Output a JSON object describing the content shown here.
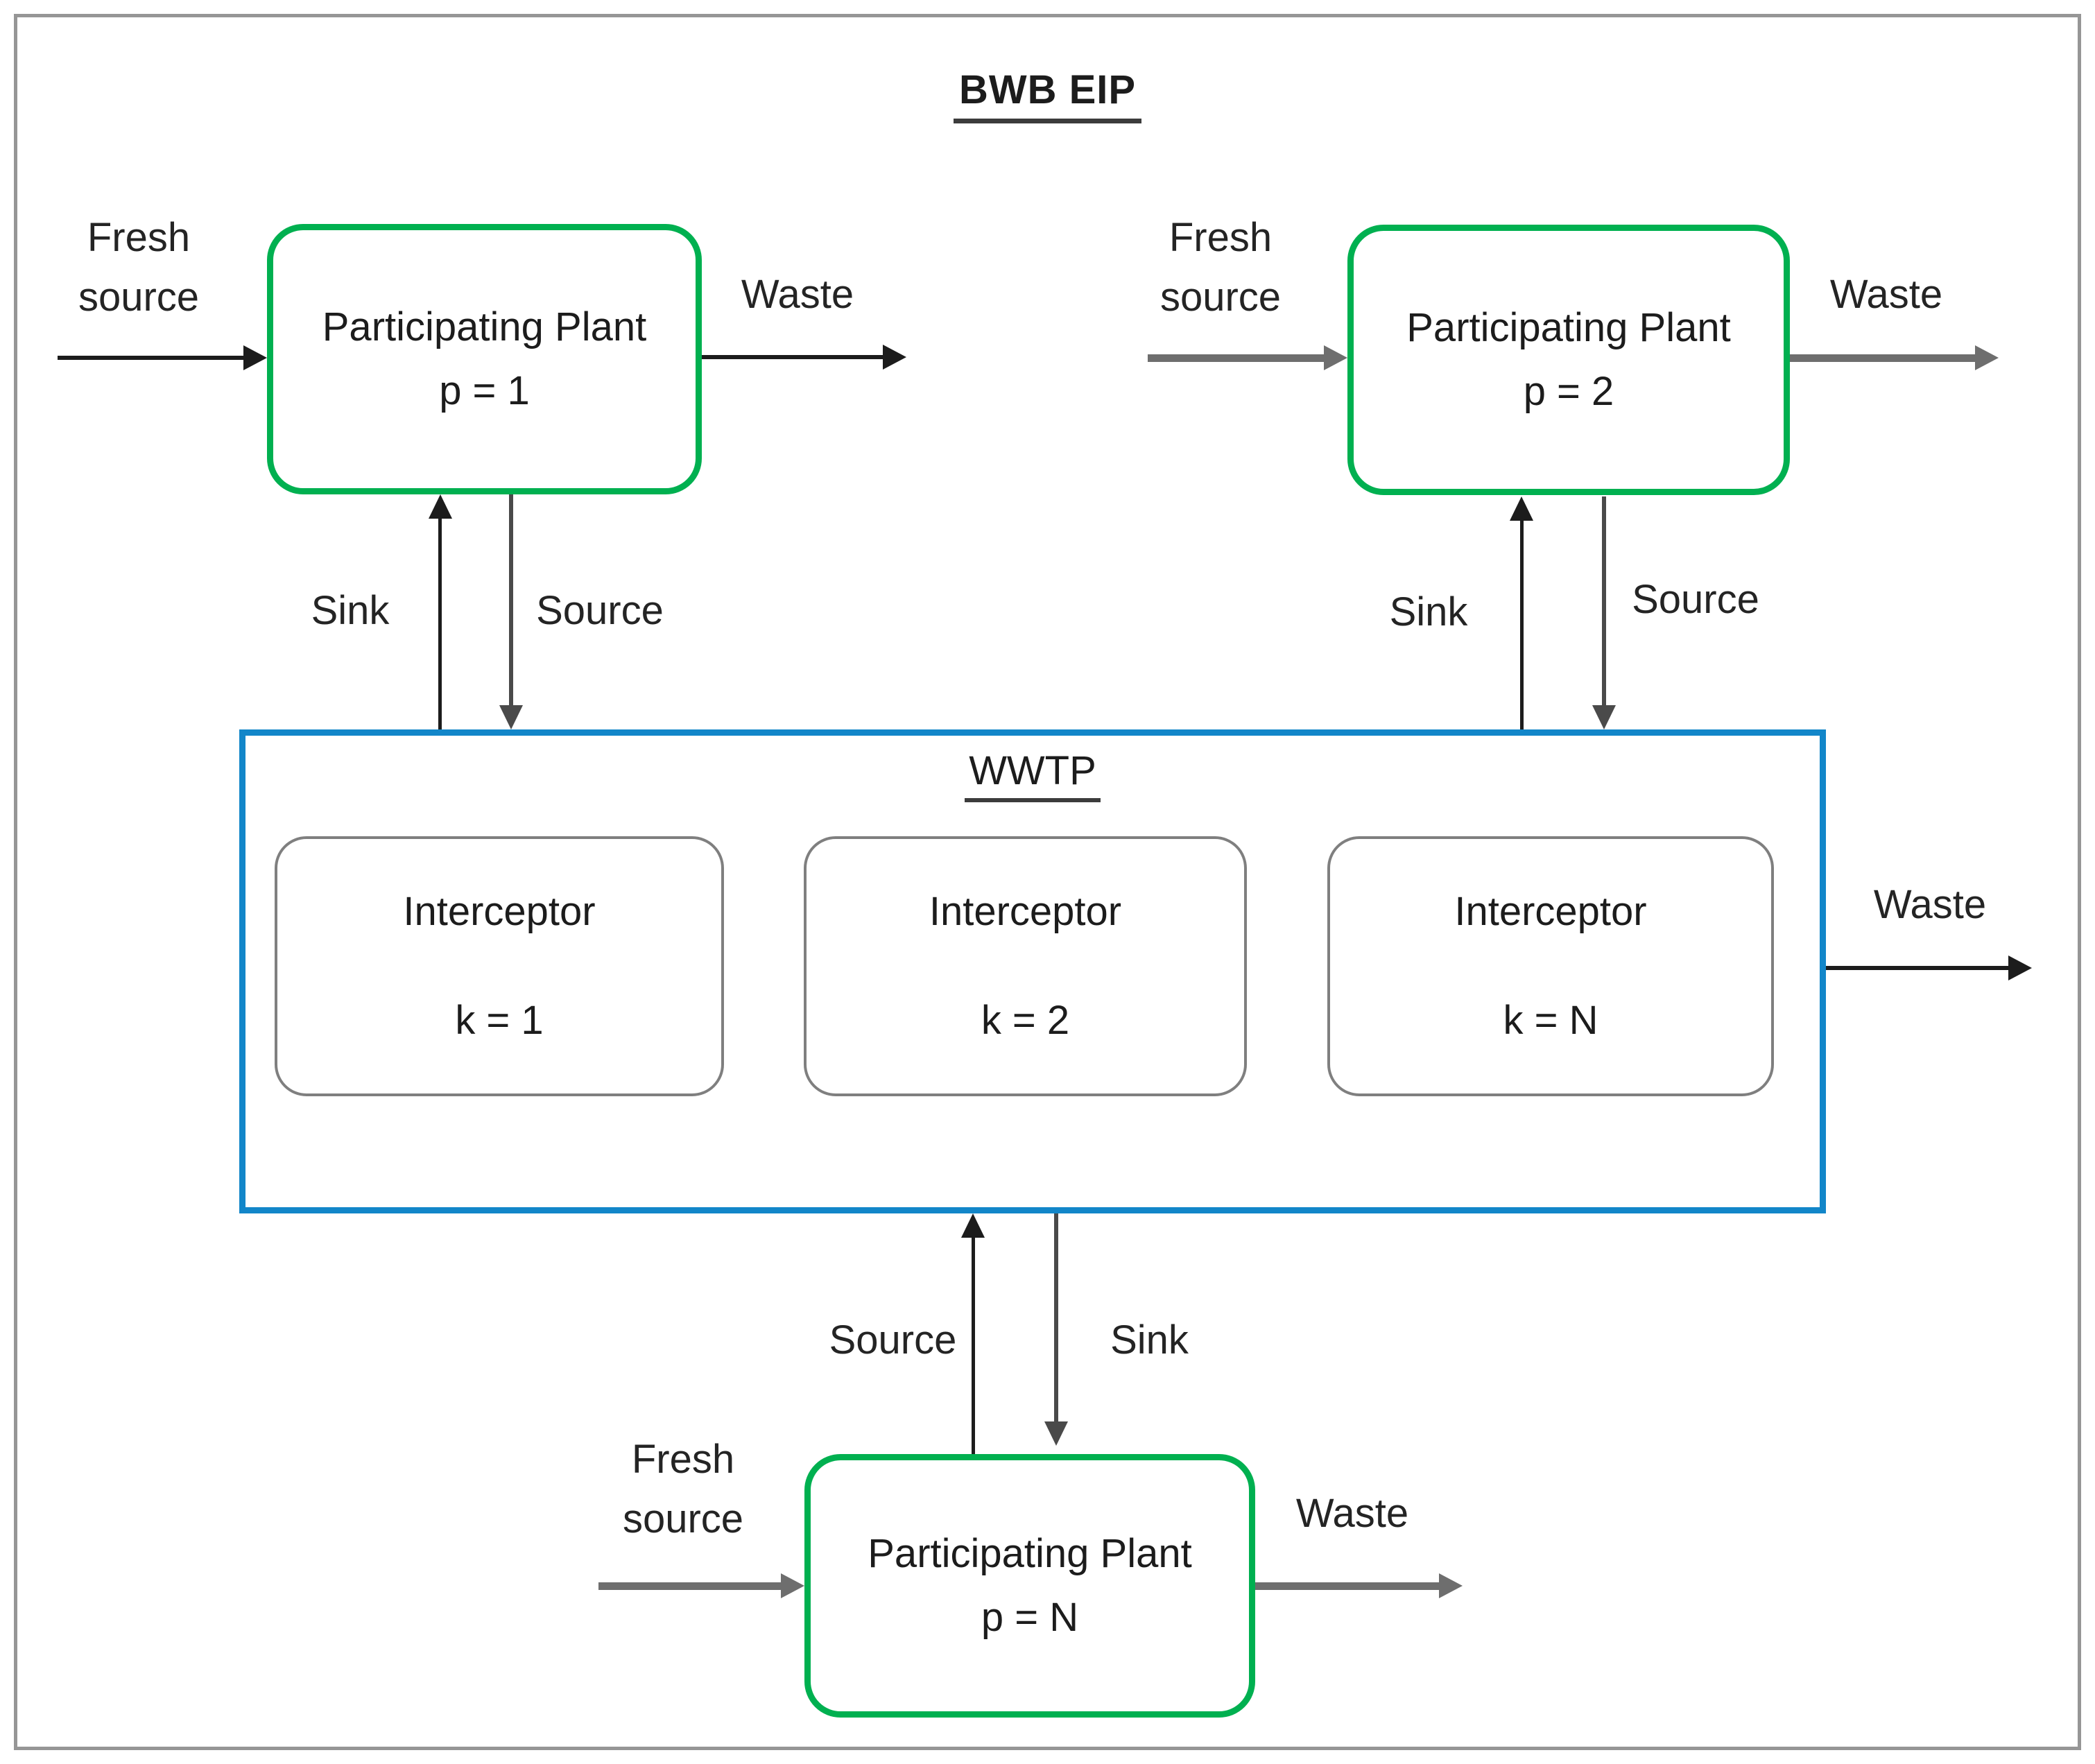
{
  "title": "BWB EIP",
  "colors": {
    "plant_border": "#00b050",
    "wwtp_border": "#1286c9",
    "interceptor_border": "#7f7f7f",
    "outer_border": "#969696",
    "arrow_black": "#1c1c1c",
    "arrow_gray": "#6e6e6e"
  },
  "wwtp": {
    "label": "WWTP",
    "waste_label": "Waste",
    "interceptors": [
      {
        "name": "Interceptor",
        "index": "k = 1"
      },
      {
        "name": "Interceptor",
        "index": "k = 2"
      },
      {
        "name": "Interceptor",
        "index": "k = N"
      }
    ]
  },
  "plants": [
    {
      "name": "Participating Plant",
      "index": "p = 1",
      "fresh_label": "Fresh\nsource",
      "waste_label": "Waste",
      "sink_label": "Sink",
      "source_label": "Source"
    },
    {
      "name": "Participating Plant",
      "index": "p = 2",
      "fresh_label": "Fresh\nsource",
      "waste_label": "Waste",
      "sink_label": "Sink",
      "source_label": "Source"
    },
    {
      "name": "Participating Plant",
      "index": "p = N",
      "fresh_label": "Fresh\nsource",
      "waste_label": "Waste",
      "sink_label": "Sink",
      "source_label": "Source"
    }
  ]
}
